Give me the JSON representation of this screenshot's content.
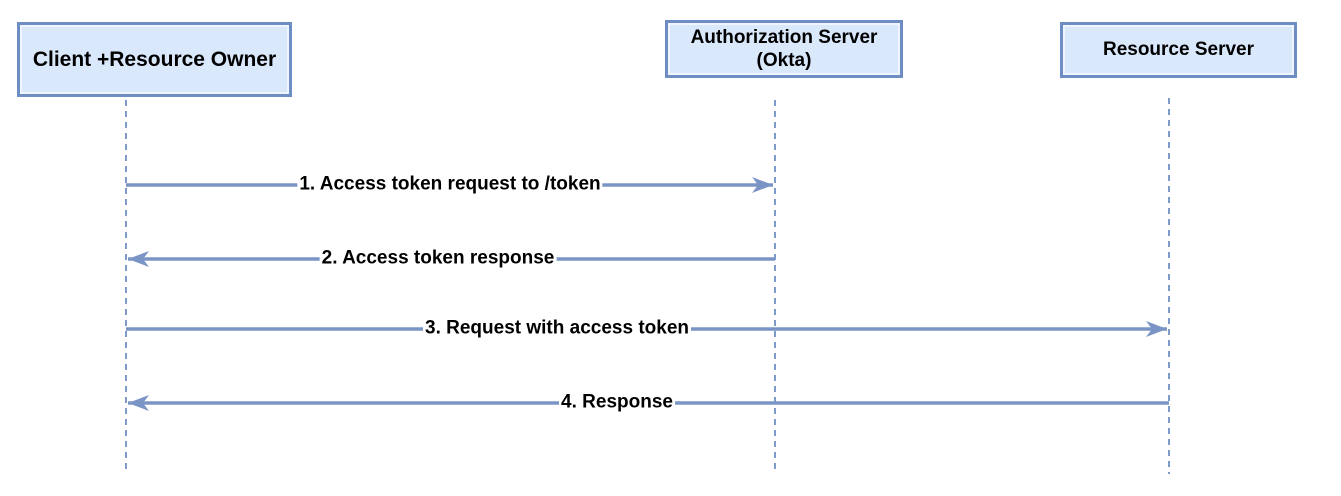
{
  "diagram": {
    "type": "sequence-diagram",
    "actors": [
      {
        "id": "client",
        "label": "Client +Resource Owner"
      },
      {
        "id": "auth-server",
        "label": "Authorization Server\n(Okta)"
      },
      {
        "id": "resource-server",
        "label": "Resource Server"
      }
    ],
    "messages": [
      {
        "step": 1,
        "label": "1. Access token request to /token",
        "from": "client",
        "to": "auth-server",
        "direction": "right"
      },
      {
        "step": 2,
        "label": "2. Access token response",
        "from": "auth-server",
        "to": "client",
        "direction": "left"
      },
      {
        "step": 3,
        "label": "3. Request with access token",
        "from": "client",
        "to": "resource-server",
        "direction": "right"
      },
      {
        "step": 4,
        "label": "4. Response",
        "from": "resource-server",
        "to": "client",
        "direction": "left"
      }
    ],
    "colors": {
      "actor_fill": "#dae8fc",
      "actor_border": "#6d8dc3",
      "arrow": "#7a95c5",
      "lifeline": "#7f9bca",
      "text": "#000000",
      "background": "#ffffff"
    }
  }
}
